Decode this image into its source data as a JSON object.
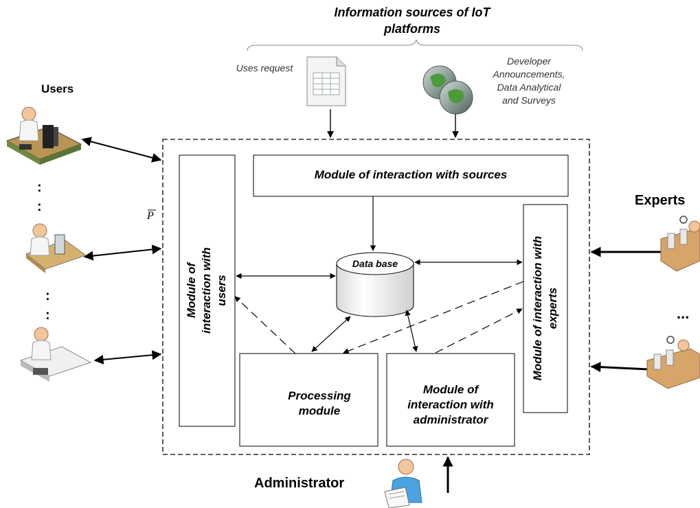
{
  "header": {
    "title_line1": "Information sources of IoT",
    "title_line2": "platforms"
  },
  "sources": {
    "uses_request": "Uses request",
    "developer_line1": "Developer",
    "developer_line2": "Announcements,",
    "developer_line3": "Data Analytical",
    "developer_line4": "and Surveys"
  },
  "actors": {
    "users": "Users",
    "experts": "Experts",
    "administrator": "Administrator",
    "users_ellipsis": ":",
    "experts_ellipsis": "..."
  },
  "system": {
    "p_bar": "P"
  },
  "modules": {
    "sources_module": "Module of interaction with sources",
    "database": "Data base",
    "users_module_line1": "Module of",
    "users_module_line2": "interaction with",
    "users_module_line3": "users",
    "experts_module_line1": "Module of interaction with",
    "experts_module_line2": "experts",
    "processing_line1": "Processing",
    "processing_line2": "module",
    "admin_line1": "Module of",
    "admin_line2": "interaction with",
    "admin_line3": "administrator"
  }
}
